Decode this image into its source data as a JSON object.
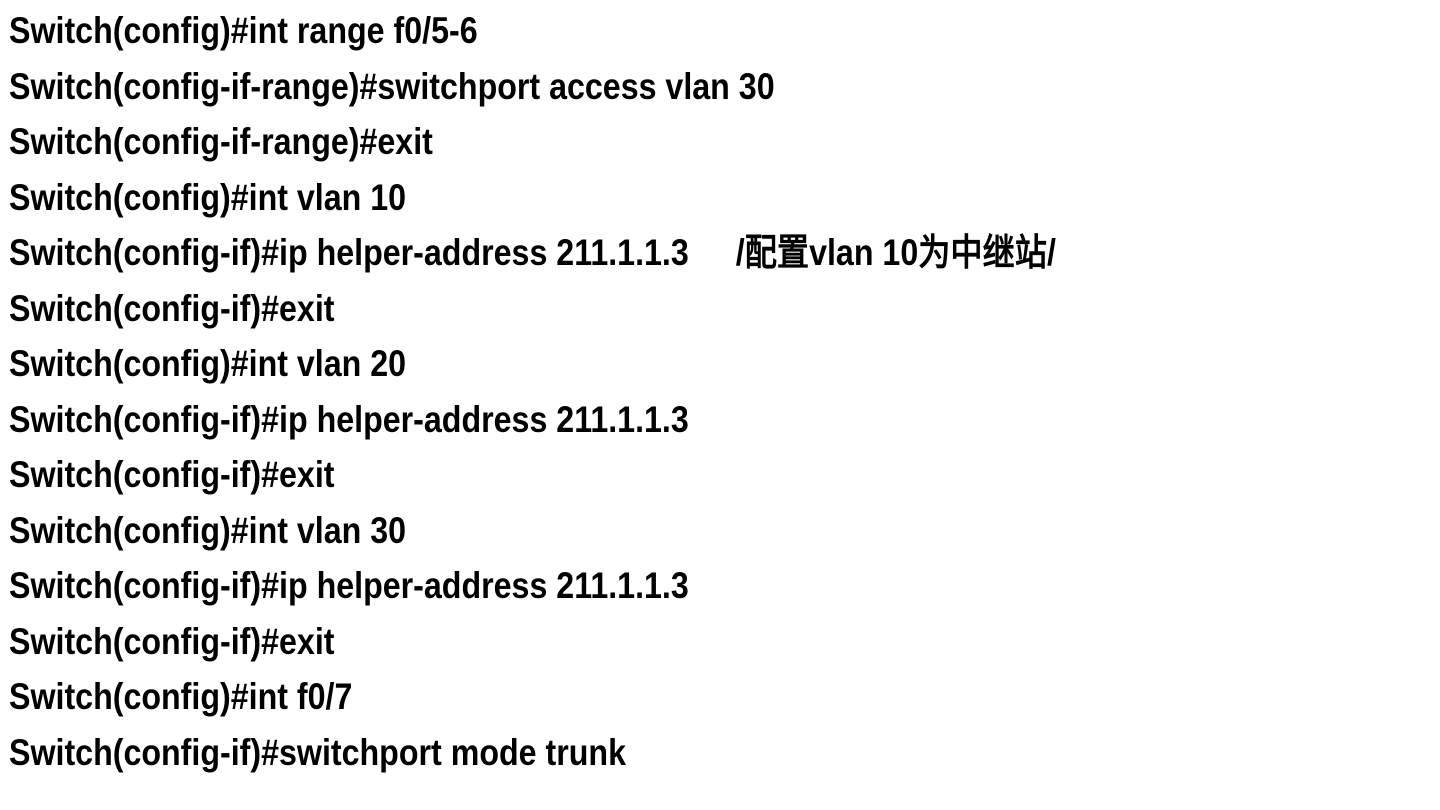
{
  "page": {
    "background_color": "#ffffff",
    "text_color": "#000000",
    "description": "Cisco switch CLI configuration transcript slide"
  },
  "cli": {
    "lines": [
      {
        "command": "Switch(config)#int range f0/5-6",
        "comment": ""
      },
      {
        "command": "Switch(config-if-range)#switchport access vlan 30",
        "comment": ""
      },
      {
        "command": "Switch(config-if-range)#exit",
        "comment": ""
      },
      {
        "command": "Switch(config)#int vlan 10",
        "comment": ""
      },
      {
        "command": "Switch(config-if)#ip helper-address 211.1.1.3",
        "comment": "/配置vlan 10为中继站/"
      },
      {
        "command": "Switch(config-if)#exit",
        "comment": ""
      },
      {
        "command": "Switch(config)#int vlan 20",
        "comment": ""
      },
      {
        "command": "Switch(config-if)#ip helper-address 211.1.1.3",
        "comment": ""
      },
      {
        "command": "Switch(config-if)#exit",
        "comment": ""
      },
      {
        "command": "Switch(config)#int vlan 30",
        "comment": ""
      },
      {
        "command": "Switch(config-if)#ip helper-address 211.1.1.3",
        "comment": ""
      },
      {
        "command": "Switch(config-if)#exit",
        "comment": ""
      },
      {
        "command": "Switch(config)#int f0/7",
        "comment": ""
      },
      {
        "command": "Switch(config-if)#switchport mode trunk",
        "comment": ""
      }
    ]
  }
}
